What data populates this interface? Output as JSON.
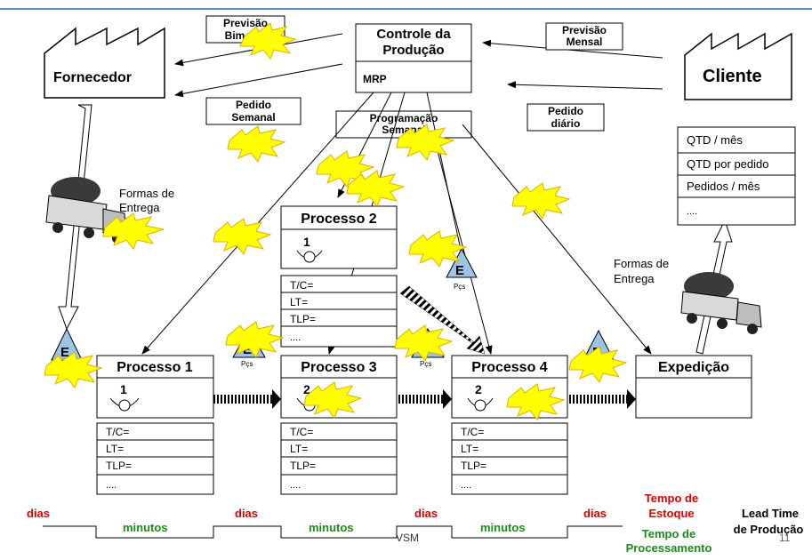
{
  "colors": {
    "accent_line": "#5b8fc9",
    "burst_fill": "#ffff00",
    "red_label": "#e00000",
    "green_label": "#1a8c1a",
    "triangle_fill": "#9dc3e6"
  },
  "top_left_box": {
    "label": "Previsão\nBim"
  },
  "control": {
    "title_line1": "Controle da",
    "title_line2": "Produção",
    "mrp": "MRP"
  },
  "forecast_monthly": {
    "line1": "Previsão",
    "line2": "Mensal"
  },
  "supplier": {
    "label": "Fornecedor"
  },
  "customer": {
    "label": "Cliente"
  },
  "weekly_order": {
    "line1": "Pedido",
    "line2": "Semanal"
  },
  "daily_order": {
    "line1": "Pedido",
    "line2": "diário"
  },
  "weekly_schedule": {
    "line1": "Programação",
    "line2": "Semanal"
  },
  "customer_table": {
    "rows": [
      "QTD / mês",
      "QTD por pedido",
      "Pedidos / mês",
      "...."
    ]
  },
  "delivery_left": {
    "line1": "Formas de",
    "line2": "Entrega"
  },
  "delivery_right": {
    "line1": "Formas de",
    "line2": "Entrega"
  },
  "process2": {
    "title": "Processo 2",
    "operators": "1",
    "rows": [
      "T/C=",
      "LT=",
      "TLP=",
      "...."
    ]
  },
  "process1": {
    "title": "Processo 1",
    "operators": "1",
    "rows": [
      "T/C=",
      "LT=",
      "TLP=",
      "...."
    ]
  },
  "process3": {
    "title": "Processo 3",
    "operators": "2",
    "rows": [
      "T/C=",
      "LT=",
      "TLP=",
      "...."
    ]
  },
  "process4": {
    "title": "Processo 4",
    "operators": "2",
    "rows": [
      "T/C=",
      "LT=",
      "TLP=",
      "...."
    ]
  },
  "shipping": {
    "title": "Expedição"
  },
  "inventory": {
    "symbol": "E",
    "pcs": "Pçs"
  },
  "timeline": {
    "days": "dias",
    "minutes": "minutos",
    "stock_time_line1": "Tempo de",
    "stock_time_line2": "Estoque",
    "processing_time_line1": "Tempo de",
    "processing_time_line2": "Processamento",
    "lead_time_line1": "Lead Time",
    "lead_time_line2": "de Produção"
  },
  "footer": {
    "label": "VSM",
    "page_number": "11"
  }
}
